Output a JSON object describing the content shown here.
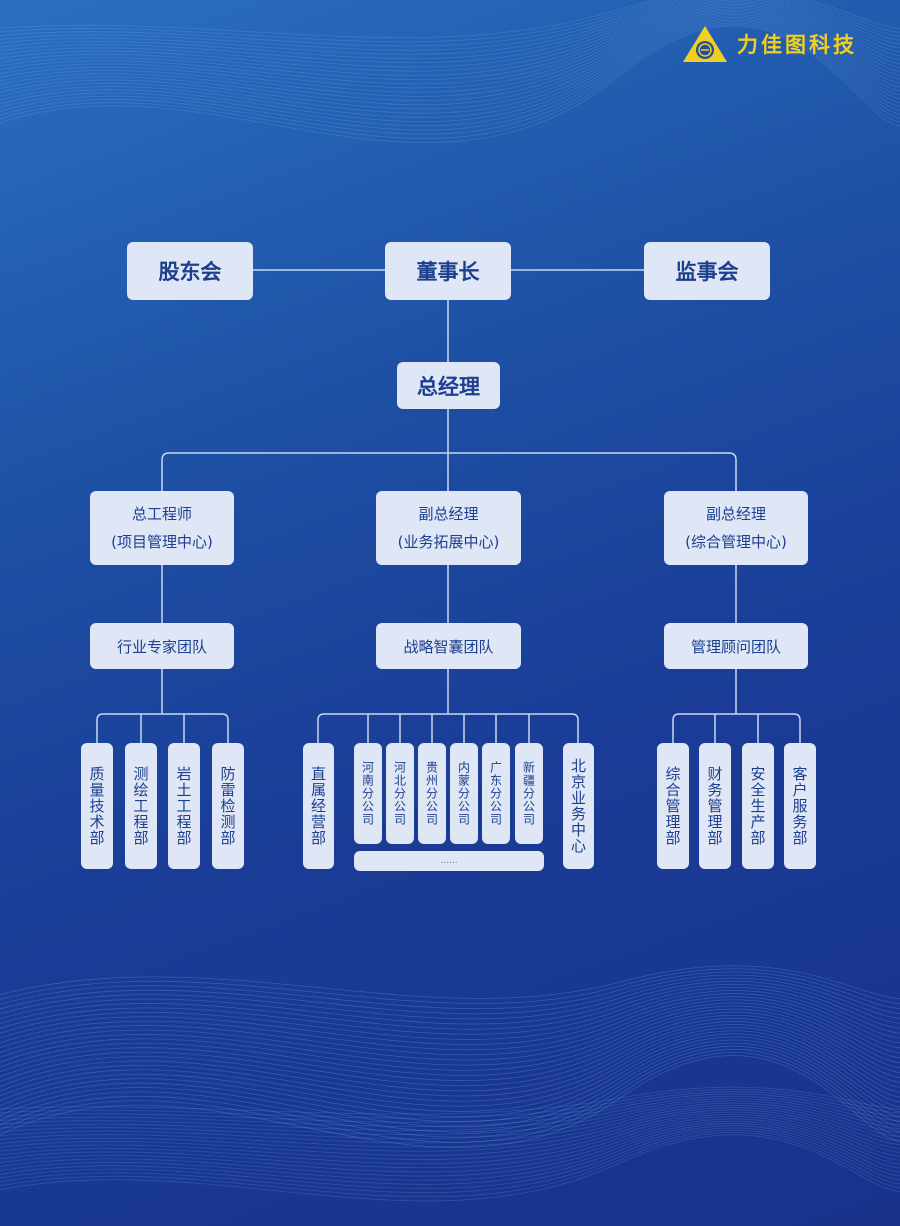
{
  "logo": {
    "name": "力佳图科技",
    "icon": "triangle-compass-logo",
    "color": "#f2cf1e"
  },
  "top": {
    "shareholders": "股东会",
    "chairman": "董事长",
    "supervisors": "监事会"
  },
  "gm": "总经理",
  "branches": [
    {
      "title": "总工程师",
      "subtitle": "(项目管理中心)",
      "team": "行业专家团队",
      "departments": [
        "质量技术部",
        "测绘工程部",
        "岩土工程部",
        "防雷检测部"
      ]
    },
    {
      "title": "副总经理",
      "subtitle": "(业务拓展中心)",
      "team": "战略智囊团队",
      "direct": "直属经营部",
      "subsidiaries": [
        "河南分公司",
        "河北分公司",
        "贵州分公司",
        "内蒙分公司",
        "广东分公司",
        "新疆分公司"
      ],
      "more": "......",
      "beijing": "北京业务中心"
    },
    {
      "title": "副总经理",
      "subtitle": "(综合管理中心)",
      "team": "管理顾问团队",
      "departments": [
        "综合管理部",
        "财务管理部",
        "安全生产部",
        "客户服务部"
      ]
    }
  ],
  "colors": {
    "box": "#dfe6f5",
    "text": "#1d3f8f",
    "line": "#c9d6f0",
    "background": "#1d4fa3"
  }
}
